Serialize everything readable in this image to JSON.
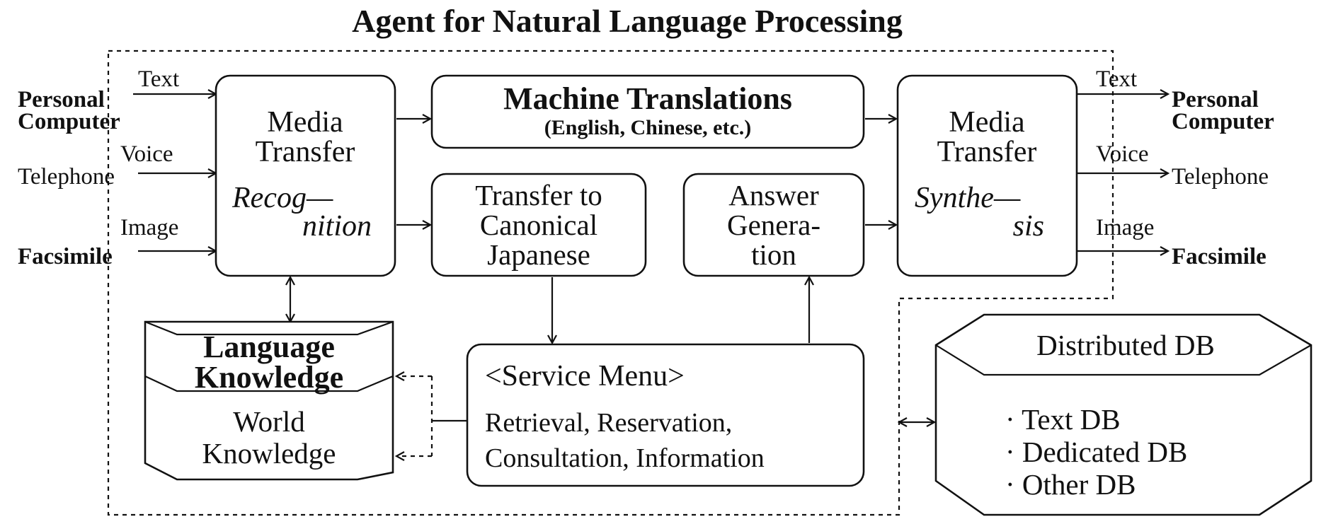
{
  "title": "Agent for Natural Language Processing",
  "inputs": {
    "channel_text": "Text",
    "channel_voice": "Voice",
    "channel_image": "Image",
    "device_personal_1": "Personal",
    "device_personal_2": "Computer",
    "device_telephone": "Telephone",
    "device_facsimile": "Facsimile"
  },
  "outputs": {
    "channel_text": "Text",
    "channel_voice": "Voice",
    "channel_image": "Image",
    "device_personal_1": "Personal",
    "device_personal_2": "Computer",
    "device_telephone": "Telephone",
    "device_facsimile": "Facsimile"
  },
  "media_in": {
    "line1": "Media",
    "line2": "Transfer",
    "sub1": "Recog—",
    "sub2": "nition"
  },
  "media_out": {
    "line1": "Media",
    "line2": "Transfer",
    "sub1": "Synthe—",
    "sub2": "sis"
  },
  "machine_translation": {
    "title": "Machine Translations",
    "subtitle": "(English, Chinese, etc.)"
  },
  "canonical": {
    "line1": "Transfer to",
    "line2": "Canonical",
    "line3": "Japanese"
  },
  "answer": {
    "line1": "Answer",
    "line2": "Genera-",
    "line3": "tion"
  },
  "knowledge": {
    "language1": "Language",
    "language2": "Knowledge",
    "world1": "World",
    "world2": "Knowledge"
  },
  "service_menu": {
    "title": "<Service Menu>",
    "line1": "Retrieval, Reservation,",
    "line2": "Consultation, Information"
  },
  "distributed_db": {
    "title": "Distributed DB",
    "items": [
      "· Text DB",
      "· Dedicated DB",
      "· Other DB"
    ]
  }
}
